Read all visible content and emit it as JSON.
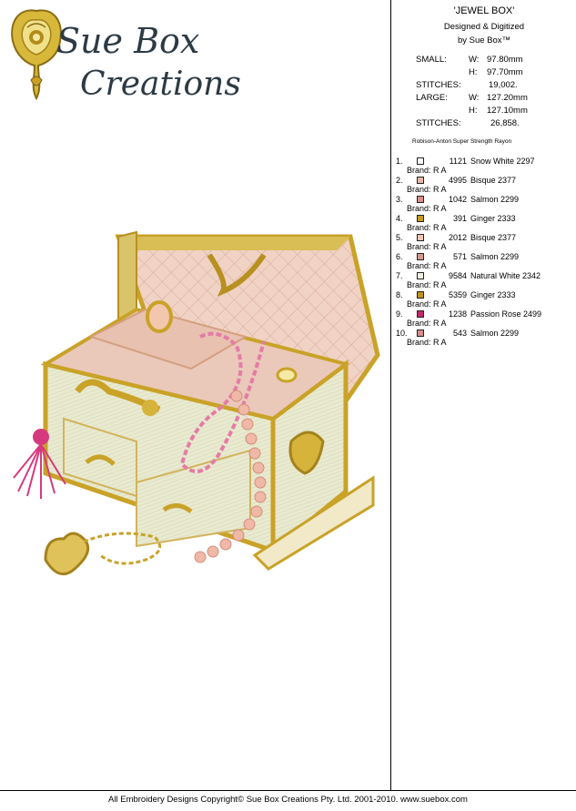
{
  "logo": {
    "line1": "Sue Box",
    "line2": "Creations"
  },
  "header": {
    "title": "'JEWEL BOX'",
    "subtitle1": "Designed & Digitized",
    "subtitle2": "by Sue Box™"
  },
  "specs": {
    "small_label": "SMALL:",
    "small_w_label": "W:",
    "small_w": "97.80mm",
    "small_h_label": "H:",
    "small_h": "97.70mm",
    "stitches_label": "STITCHES:",
    "small_stitches": "19,002.",
    "large_label": "LARGE:",
    "large_w_label": "W:",
    "large_w": "127.20mm",
    "large_h_label": "H:",
    "large_h": "127.10mm",
    "large_stitches_label": "STITCHES:",
    "large_stitches": "26,858."
  },
  "thread_brand": "Robison-Anton Super Strength Rayon",
  "colors": [
    {
      "num": "1.",
      "code": "1121",
      "name": "Snow White 2297",
      "brand": "Brand: R A",
      "swatch": "#ffffff"
    },
    {
      "num": "2.",
      "code": "4995",
      "name": "Bisque 2377",
      "brand": "Brand: R A",
      "swatch": "#e9b7a8"
    },
    {
      "num": "3.",
      "code": "1042",
      "name": "Salmon 2299",
      "brand": "Brand: R A",
      "swatch": "#d98f8c"
    },
    {
      "num": "4.",
      "code": "391",
      "name": "Ginger 2333",
      "brand": "Brand: R A",
      "swatch": "#c79a1c"
    },
    {
      "num": "5.",
      "code": "2012",
      "name": "Bisque 2377",
      "brand": "Brand: R A",
      "swatch": "#edc8b6"
    },
    {
      "num": "6.",
      "code": "571",
      "name": "Salmon 2299",
      "brand": "Brand: R A",
      "swatch": "#d59a8f"
    },
    {
      "num": "7.",
      "code": "9584",
      "name": "Natural White 2342",
      "brand": "Brand: R A",
      "swatch": "#f2efe4"
    },
    {
      "num": "8.",
      "code": "5359",
      "name": "Ginger 2333",
      "brand": "Brand: R A",
      "swatch": "#c49218"
    },
    {
      "num": "9.",
      "code": "1238",
      "name": "Passion Rose 2499",
      "brand": "Brand: R A",
      "swatch": "#c2286a"
    },
    {
      "num": "10.",
      "code": "543",
      "name": "Salmon 2299",
      "brand": "Brand: R A",
      "swatch": "#d98f8c"
    }
  ],
  "footer": "All Embroidery Designs Copyright© Sue Box Creations Pty. Ltd. 2001-2010. www.suebox.com"
}
